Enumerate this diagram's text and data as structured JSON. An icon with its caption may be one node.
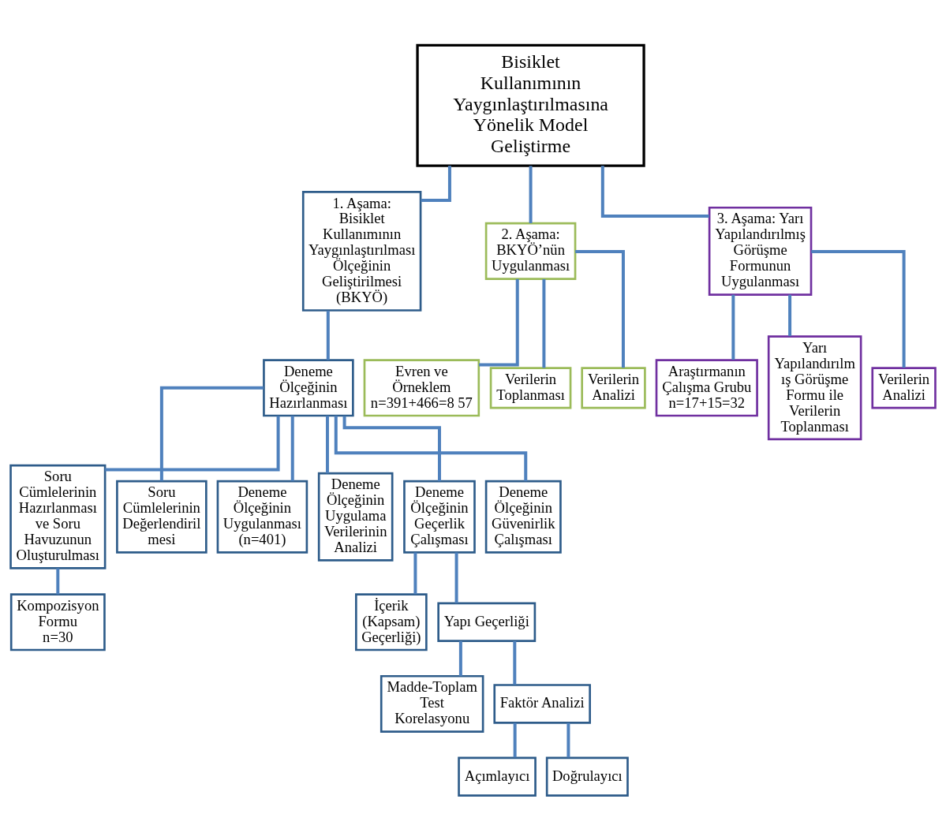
{
  "diagram": {
    "nodes": [
      {
        "text": [
          "Bisiklet Kullanımının Yaygınlaştırılmasına Yönelik Model Geliştirme"
        ]
      },
      {
        "text": [
          "1. Aşama: Bisiklet Kullanımının Yaygınlaştırılması Ölçeğinin Geliştirilmesi (BKYÖ)"
        ]
      },
      {
        "text": [
          "2. Aşama: BKYÖ’nün Uygulanması"
        ]
      },
      {
        "text": [
          "3. Aşama: Yarı Yapılandırılmış Görüşme Formunun Uygulanması"
        ]
      },
      {
        "text": [
          "Deneme Ölçeğinin Hazırlanması"
        ]
      },
      {
        "text": [
          "Soru Cümlelerinin Hazırlanması ve Soru Havuzunun Oluşturulması"
        ]
      },
      {
        "text": [
          "Soru Cümlelerinin Değerlendiril mesi"
        ]
      },
      {
        "text": [
          "Deneme Ölçeğinin Uygulanması (n=401)"
        ]
      },
      {
        "text": [
          "Deneme Ölçeğinin Uygulama Verilerinin Analizi"
        ]
      },
      {
        "text": [
          "Deneme Ölçeğinin Geçerlik Çalışması"
        ]
      },
      {
        "text": [
          "Deneme Ölçeğinin Güvenirlik Çalışması"
        ]
      },
      {
        "text": [
          "Kompozisyon Formu",
          "n=30"
        ]
      },
      {
        "text": [
          "İçerik (Kapsam) Geçerliği)"
        ]
      },
      {
        "text": [
          "Yapı Geçerliği"
        ]
      },
      {
        "text": [
          "Madde-Toplam Test Korelasyonu"
        ]
      },
      {
        "text": [
          "Faktör Analizi"
        ]
      },
      {
        "text": [
          "Açımlayıcı"
        ]
      },
      {
        "text": [
          "Doğrulayıcı"
        ]
      },
      {
        "text": [
          "Evren ve Örneklem",
          "n=391+466=8 57"
        ]
      },
      {
        "text": [
          "Verilerin Toplanması"
        ]
      },
      {
        "text": [
          "Verilerin Analizi"
        ]
      },
      {
        "text": [
          "Araştırmanın Çalışma Grubu",
          "n=17+15=32"
        ]
      },
      {
        "text": [
          "Yarı Yapılandırılm ış Görüşme Formu ile Verilerin Toplanması"
        ]
      },
      {
        "text": [
          "Verilerin Analizi"
        ]
      }
    ],
    "edges": [
      {
        "from": 0,
        "to": 1,
        "arrow": "none"
      },
      {
        "from": 0,
        "to": 2,
        "arrow": "none"
      },
      {
        "from": 0,
        "to": 3,
        "arrow": "none"
      },
      {
        "from": 1,
        "to": 4,
        "arrow": "none"
      },
      {
        "from": 4,
        "to": 5,
        "arrow": "none"
      },
      {
        "from": 4,
        "to": 6,
        "arrow": "none"
      },
      {
        "from": 4,
        "to": 7,
        "arrow": "none"
      },
      {
        "from": 4,
        "to": 8,
        "arrow": "none"
      },
      {
        "from": 4,
        "to": 9,
        "arrow": "none"
      },
      {
        "from": 4,
        "to": 10,
        "arrow": "none"
      },
      {
        "from": 5,
        "to": 11,
        "arrow": "none"
      },
      {
        "from": 9,
        "to": 12,
        "arrow": "none"
      },
      {
        "from": 9,
        "to": 13,
        "arrow": "none"
      },
      {
        "from": 13,
        "to": 14,
        "arrow": "none"
      },
      {
        "from": 13,
        "to": 15,
        "arrow": "none"
      },
      {
        "from": 15,
        "to": 16,
        "arrow": "none"
      },
      {
        "from": 15,
        "to": 17,
        "arrow": "none"
      },
      {
        "from": 2,
        "to": 18,
        "arrow": "none"
      },
      {
        "from": 2,
        "to": 19,
        "arrow": "none"
      },
      {
        "from": 2,
        "to": 20,
        "arrow": "none"
      },
      {
        "from": 3,
        "to": 21,
        "arrow": "none"
      },
      {
        "from": 3,
        "to": 22,
        "arrow": "none"
      },
      {
        "from": 3,
        "to": 23,
        "arrow": "none"
      }
    ]
  }
}
